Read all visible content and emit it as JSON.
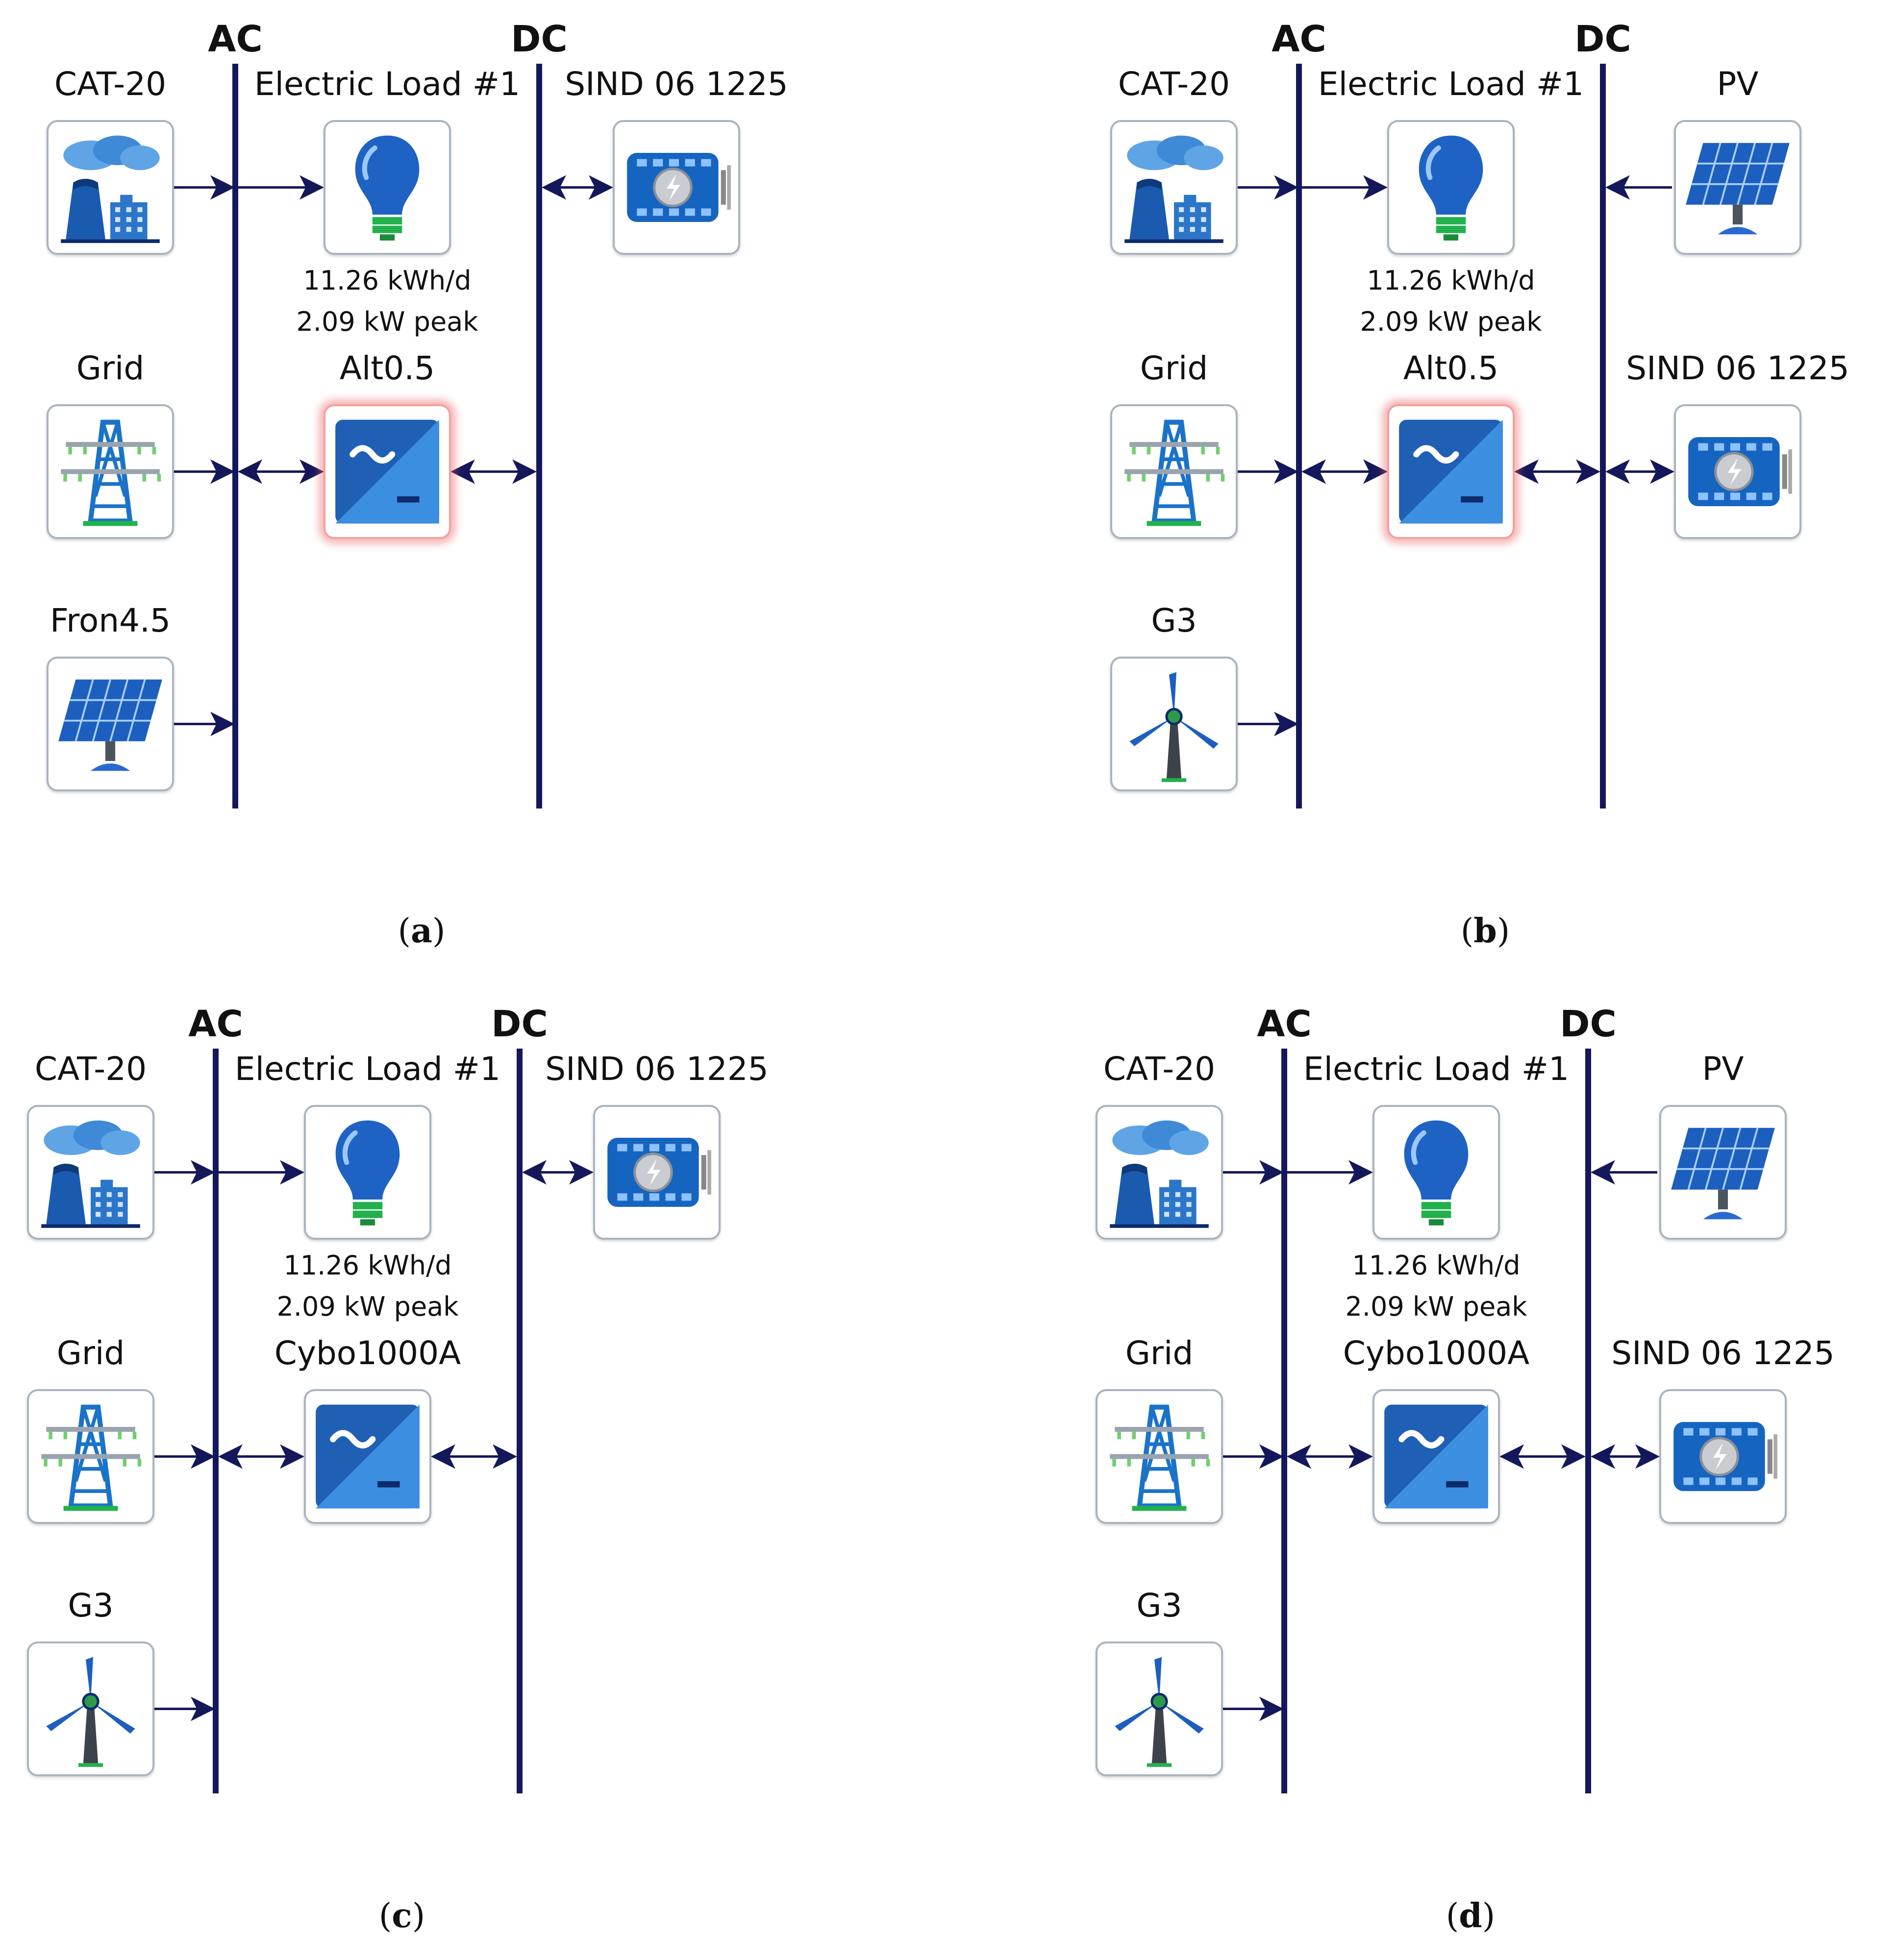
{
  "panels": [
    {
      "id": "a",
      "caption_letter": "a",
      "bus": {
        "ac": "AC",
        "dc": "DC"
      },
      "components": [
        {
          "label": "CAT-20",
          "icon": "power-plant-icon",
          "side": "left",
          "row": 0,
          "link": "to-bus"
        },
        {
          "label": "Electric Load #1",
          "icon": "light-bulb-icon",
          "side": "middle",
          "row": 0,
          "link": "from-ac"
        },
        {
          "label": "SIND 06 1225",
          "icon": "battery-icon",
          "side": "right-near",
          "row": 0,
          "link": "bidirectional"
        },
        {
          "label": "Grid",
          "icon": "transmission-tower-icon",
          "side": "left",
          "row": 1,
          "link": "to-bus"
        },
        {
          "label": "Alt0.5",
          "icon": "converter-icon",
          "side": "middle",
          "row": 1,
          "link": "bidirectional",
          "highlight": true
        },
        {
          "label": "Fron4.5",
          "icon": "solar-panel-icon",
          "side": "left",
          "row": 2,
          "link": "to-bus"
        }
      ],
      "load": {
        "energy": "11.26 kWh/d",
        "peak": "2.09 kW peak"
      }
    },
    {
      "id": "b",
      "caption_letter": "b",
      "bus": {
        "ac": "AC",
        "dc": "DC"
      },
      "components": [
        {
          "label": "CAT-20",
          "icon": "power-plant-icon",
          "side": "left",
          "row": 0,
          "link": "to-bus"
        },
        {
          "label": "Electric Load #1",
          "icon": "light-bulb-icon",
          "side": "middle",
          "row": 0,
          "link": "from-ac"
        },
        {
          "label": "PV",
          "icon": "solar-panel-icon",
          "side": "right-far",
          "row": 0,
          "link": "to-dc"
        },
        {
          "label": "Grid",
          "icon": "transmission-tower-icon",
          "side": "left",
          "row": 1,
          "link": "to-bus"
        },
        {
          "label": "Alt0.5",
          "icon": "converter-icon",
          "side": "middle",
          "row": 1,
          "link": "bidirectional",
          "highlight": true
        },
        {
          "label": "SIND 06 1225",
          "icon": "battery-icon",
          "side": "right-far",
          "row": 1,
          "link": "bidirectional"
        },
        {
          "label": "G3",
          "icon": "wind-turbine-icon",
          "side": "left",
          "row": 2,
          "link": "to-bus"
        }
      ],
      "load": {
        "energy": "11.26 kWh/d",
        "peak": "2.09 kW peak"
      }
    },
    {
      "id": "c",
      "caption_letter": "c",
      "bus": {
        "ac": "AC",
        "dc": "DC"
      },
      "components": [
        {
          "label": "CAT-20",
          "icon": "power-plant-icon",
          "side": "left",
          "row": 0,
          "link": "to-bus"
        },
        {
          "label": "Electric Load #1",
          "icon": "light-bulb-icon",
          "side": "middle",
          "row": 0,
          "link": "from-ac"
        },
        {
          "label": "SIND 06 1225",
          "icon": "battery-icon",
          "side": "right-near",
          "row": 0,
          "link": "bidirectional"
        },
        {
          "label": "Grid",
          "icon": "transmission-tower-icon",
          "side": "left",
          "row": 1,
          "link": "to-bus"
        },
        {
          "label": "Cybo1000A",
          "icon": "converter-icon",
          "side": "middle",
          "row": 1,
          "link": "bidirectional"
        },
        {
          "label": "G3",
          "icon": "wind-turbine-icon",
          "side": "left",
          "row": 2,
          "link": "to-bus"
        }
      ],
      "load": {
        "energy": "11.26 kWh/d",
        "peak": "2.09 kW peak"
      }
    },
    {
      "id": "d",
      "caption_letter": "d",
      "bus": {
        "ac": "AC",
        "dc": "DC"
      },
      "components": [
        {
          "label": "CAT-20",
          "icon": "power-plant-icon",
          "side": "left",
          "row": 0,
          "link": "to-bus"
        },
        {
          "label": "Electric Load #1",
          "icon": "light-bulb-icon",
          "side": "middle",
          "row": 0,
          "link": "from-ac"
        },
        {
          "label": "PV",
          "icon": "solar-panel-icon",
          "side": "right-far",
          "row": 0,
          "link": "to-dc"
        },
        {
          "label": "Grid",
          "icon": "transmission-tower-icon",
          "side": "left",
          "row": 1,
          "link": "to-bus"
        },
        {
          "label": "Cybo1000A",
          "icon": "converter-icon",
          "side": "middle",
          "row": 1,
          "link": "bidirectional"
        },
        {
          "label": "SIND 06 1225",
          "icon": "battery-icon",
          "side": "right-far",
          "row": 1,
          "link": "bidirectional"
        },
        {
          "label": "G3",
          "icon": "wind-turbine-icon",
          "side": "left",
          "row": 2,
          "link": "to-bus"
        }
      ],
      "load": {
        "energy": "11.26 kWh/d",
        "peak": "2.09 kW peak"
      }
    }
  ],
  "colors": {
    "bus": "#14185a",
    "arrow": "#14185a",
    "icon_blue": "#1565c0",
    "icon_dark": "#0d2a6b",
    "highlight": "#f05a5a"
  }
}
